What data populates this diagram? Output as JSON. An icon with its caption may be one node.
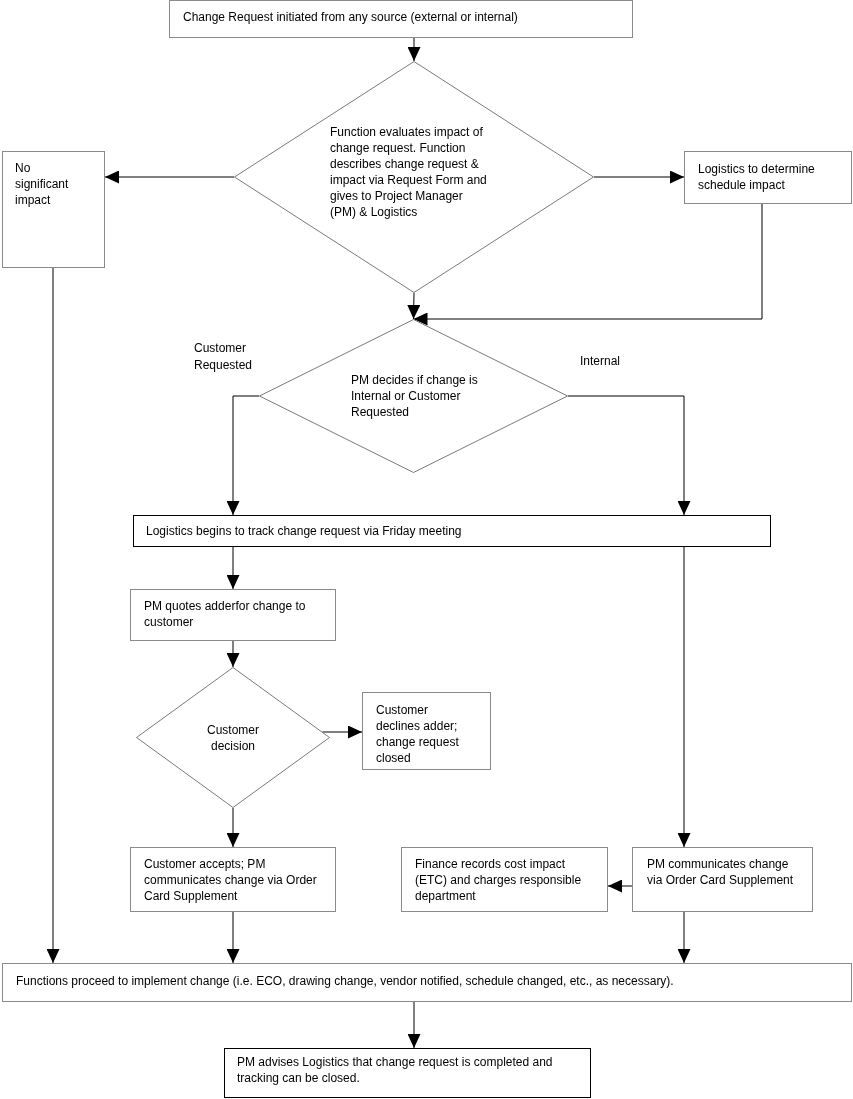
{
  "diagram": {
    "nodes": [
      {
        "text": [
          "Change Request initiated from any source (external or internal)"
        ]
      },
      {
        "text": [
          "Function evaluates impact of change request. Function describes change request & impact via Request Form and gives to Project Manager (PM) & Logistics"
        ]
      },
      {
        "text": [
          "No significant impact"
        ]
      },
      {
        "text": [
          "Logistics to determine schedule impact"
        ]
      },
      {
        "text": [
          "PM decides if change is Internal or Customer Requested"
        ]
      },
      {
        "text": [
          "Logistics begins to track change request via Friday meeting"
        ]
      },
      {
        "text": [
          "PM quotes adderfor change to customer"
        ]
      },
      {
        "text": [
          "Customer decision"
        ]
      },
      {
        "text": [
          "Customer declines adder; change request closed"
        ]
      },
      {
        "text": [
          "Customer accepts; PM communicates change via Order Card Supplement"
        ]
      },
      {
        "text": [
          "Finance records cost impact (ETC) and charges responsible department"
        ]
      },
      {
        "text": [
          "PM communicates change via Order Card Supplement"
        ]
      },
      {
        "text": [
          "Functions proceed to implement change (i.e. ECO, drawing change, vendor notified, schedule changed, etc., as necessary)."
        ]
      },
      {
        "text": [
          "PM advises Logistics that change request is completed and tracking can be closed."
        ]
      }
    ],
    "edges": [
      {
        "from": 0,
        "to": 1,
        "arrow": "to"
      },
      {
        "from": 1,
        "to": 2,
        "arrow": "to"
      },
      {
        "from": 1,
        "to": 3,
        "arrow": "to"
      },
      {
        "from": 1,
        "to": 4,
        "arrow": "to"
      },
      {
        "from": 3,
        "to": 4,
        "arrow": "to"
      },
      {
        "from": 4,
        "to": 5,
        "arrow": "to",
        "label": "Customer Requested"
      },
      {
        "from": 4,
        "to": 5,
        "arrow": "to",
        "label": "Internal"
      },
      {
        "from": 5,
        "to": 6,
        "arrow": "to"
      },
      {
        "from": 5,
        "to": 11,
        "arrow": "to"
      },
      {
        "from": 6,
        "to": 7,
        "arrow": "to"
      },
      {
        "from": 7,
        "to": 8,
        "arrow": "to"
      },
      {
        "from": 7,
        "to": 9,
        "arrow": "to"
      },
      {
        "from": 11,
        "to": 10,
        "arrow": "to"
      },
      {
        "from": 2,
        "to": 12,
        "arrow": "to"
      },
      {
        "from": 9,
        "to": 12,
        "arrow": "to"
      },
      {
        "from": 11,
        "to": 12,
        "arrow": "to"
      },
      {
        "from": 12,
        "to": 13,
        "arrow": "to"
      }
    ]
  }
}
